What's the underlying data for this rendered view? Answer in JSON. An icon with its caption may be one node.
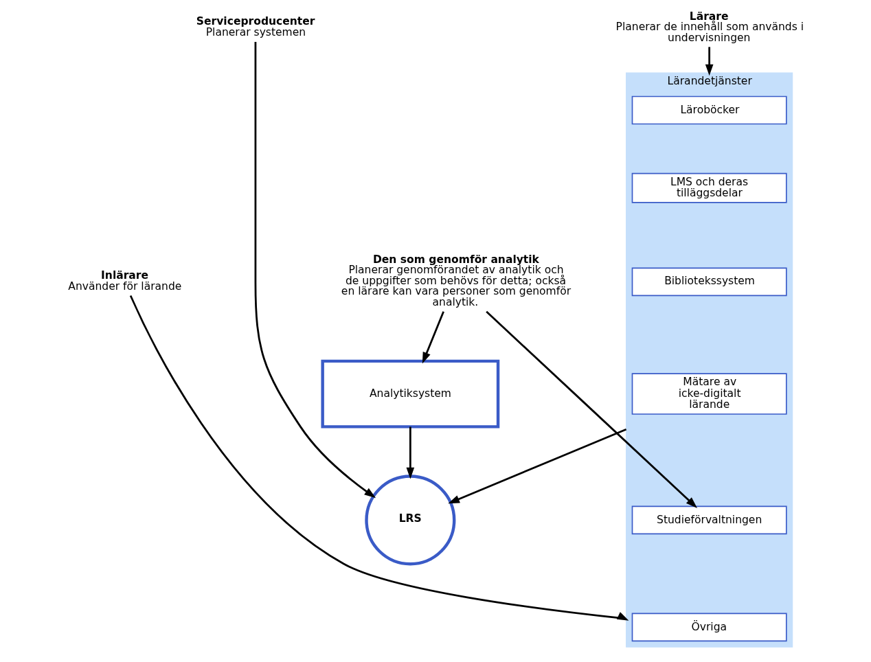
{
  "diagram": {
    "nodes": [
      {
        "text": [
          "Lärare",
          "Planerar de innehåll som används i undervisningen"
        ]
      },
      {
        "text": [
          "Lärandetjänster"
        ]
      },
      {
        "text": [
          "Läroböcker"
        ],
        "in": 1
      },
      {
        "text": [
          "LMS och deras tilläggsdelar"
        ],
        "in": 1
      },
      {
        "text": [
          "Bibliotekssystem"
        ],
        "in": 1
      },
      {
        "text": [
          "Mätare av icke-digitalt lärande"
        ],
        "in": 1
      },
      {
        "text": [
          "Studieförvaltningen"
        ],
        "in": 1
      },
      {
        "text": [
          "Övriga"
        ],
        "in": 1
      },
      {
        "text": [
          "Serviceproducenter",
          "Planerar systemen"
        ]
      },
      {
        "text": [
          "LRS"
        ]
      },
      {
        "text": [
          "Analytiksystem"
        ]
      },
      {
        "text": [
          "Inlärare",
          "Använder för lärande"
        ]
      },
      {
        "text": [
          "Den som genomför analytik",
          "Planerar genomförandet av analytik och de uppgifter som behövs för detta; också en lärare kan vara personer som genomför analytik."
        ]
      }
    ],
    "edges": [
      {
        "from": 0,
        "to": 1,
        "arrow": "to"
      },
      {
        "from": 8,
        "to": 9,
        "arrow": "to"
      },
      {
        "from": 1,
        "to": 9,
        "arrow": "to"
      },
      {
        "from": 10,
        "to": 9,
        "arrow": "to"
      },
      {
        "from": 11,
        "to": 1,
        "arrow": "to"
      },
      {
        "from": 12,
        "to": 6,
        "arrow": "to"
      },
      {
        "from": 12,
        "to": 10,
        "arrow": "to"
      }
    ]
  }
}
